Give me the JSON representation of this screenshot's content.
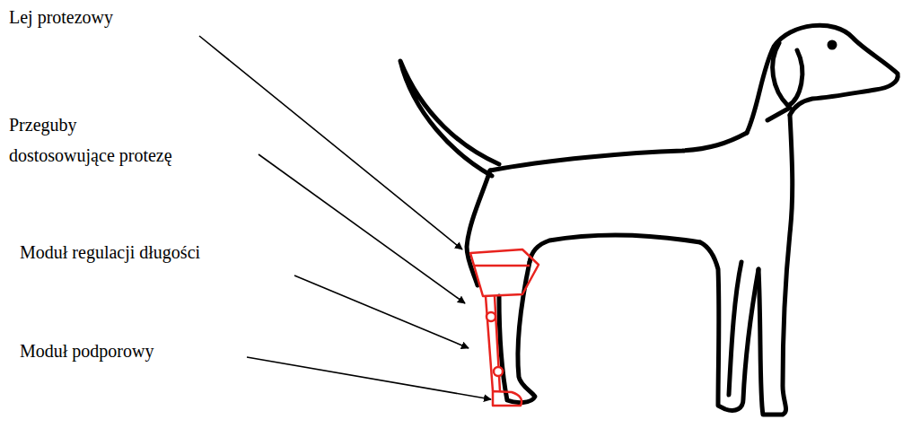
{
  "diagram": {
    "labels": [
      "Lej protezowy",
      "Przeguby dostosowujące protezę",
      "Moduł regulacji długości",
      "Moduł podporowy"
    ]
  }
}
